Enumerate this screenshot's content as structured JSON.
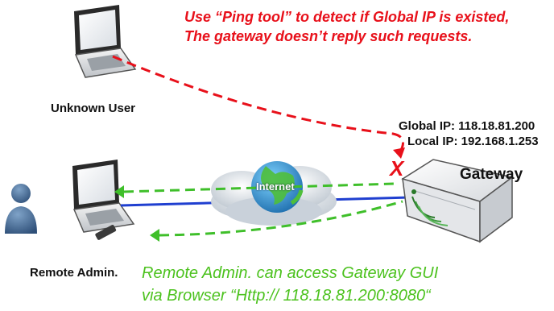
{
  "notes": {
    "ping_line1": "Use “Ping tool” to detect if Global IP is existed,",
    "ping_line2": "The gateway doesn’t reply such requests.",
    "access_line1": "Remote Admin. can access Gateway GUI",
    "access_line2": "via Browser “Http:// 118.18.81.200:8080“"
  },
  "nodes": {
    "unknown_user": "Unknown User",
    "remote_admin": "Remote Admin.",
    "internet": "Internet",
    "gateway": "Gateway"
  },
  "gateway_info": {
    "global_ip": "Global IP: 118.18.81.200",
    "local_ip": "Local IP: 192.168.1.253"
  },
  "blocked_mark": "X",
  "colors": {
    "ping_path": "#e8101a",
    "access_path": "#3fbf2a",
    "link_line": "#1f3fd0",
    "cloud": "#dfe6ee",
    "globe": "#2f9bd6"
  }
}
